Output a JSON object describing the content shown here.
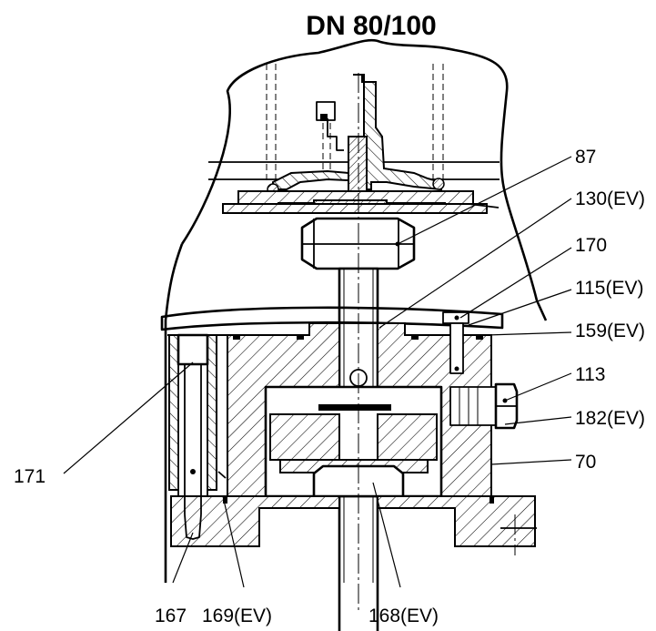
{
  "title": "DN 80/100",
  "labels": {
    "p87": "87",
    "p130": "130(EV)",
    "p170": "170",
    "p115": "115(EV)",
    "p159": "159(EV)",
    "p113": "113",
    "p182": "182(EV)",
    "p70": "70",
    "p171": "171",
    "p167": "167",
    "p169": "169(EV)",
    "p168": "168(EV)"
  }
}
